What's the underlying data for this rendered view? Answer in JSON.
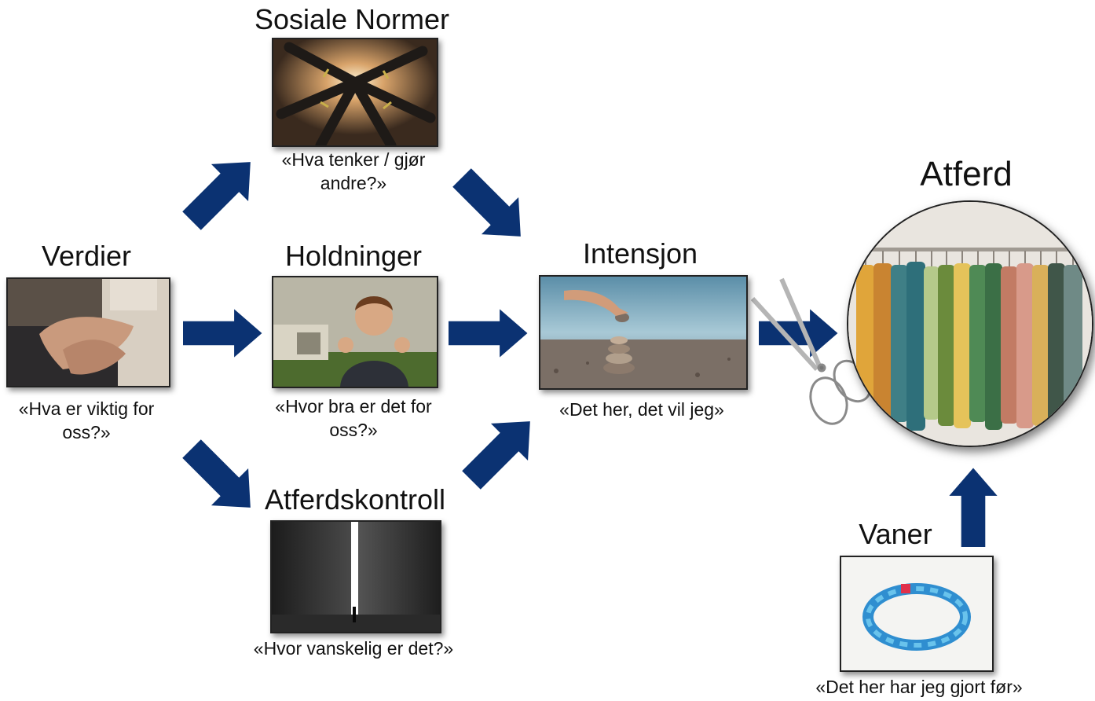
{
  "nodes": {
    "verdier": {
      "title": "Verdier",
      "caption": "«Hva er viktig for oss?»"
    },
    "sosiale_normer": {
      "title": "Sosiale Normer",
      "caption": "«Hva tenker / gjør andre?»"
    },
    "holdninger": {
      "title": "Holdninger",
      "caption": "«Hvor bra er det for oss?»"
    },
    "atferdskontroll": {
      "title": "Atferdskontroll",
      "caption": "«Hvor vanskelig er det?»"
    },
    "intensjon": {
      "title": "Intensjon",
      "caption": "«Det her, det vil jeg»"
    },
    "atferd": {
      "title": "Atferd"
    },
    "vaner": {
      "title": "Vaner",
      "caption": "«Det her har jeg gjort før»"
    }
  },
  "edges": [
    {
      "from": "Verdier",
      "to": "Sosiale Normer"
    },
    {
      "from": "Verdier",
      "to": "Holdninger"
    },
    {
      "from": "Verdier",
      "to": "Atferdskontroll"
    },
    {
      "from": "Sosiale Normer",
      "to": "Intensjon"
    },
    {
      "from": "Holdninger",
      "to": "Intensjon"
    },
    {
      "from": "Atferdskontroll",
      "to": "Intensjon"
    },
    {
      "from": "Intensjon",
      "to": "Atferd"
    },
    {
      "from": "Vaner",
      "to": "Atferd"
    }
  ],
  "colors": {
    "arrow": "#0b3272",
    "frame": "#222222"
  },
  "icons": {
    "verdier": "hands-photo",
    "sosiale_normer": "team-hands-photo",
    "holdninger": "thumbs-up-boy-photo",
    "atferdskontroll": "light-gap-photo",
    "intensjon": "stacking-stones-photo",
    "atferd": "clothes-rack-photo",
    "vaner": "puzzle-ring-photo",
    "scissors": "scissors-icon"
  }
}
